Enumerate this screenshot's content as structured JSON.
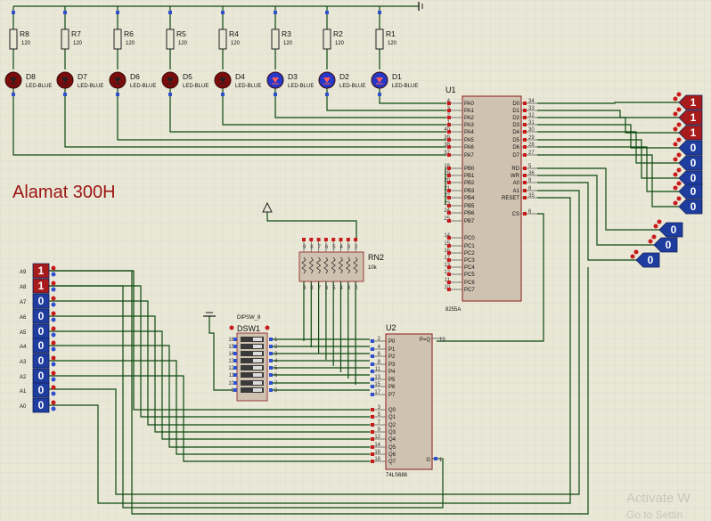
{
  "title": "Alamat 300H",
  "resistors": [
    {
      "ref": "R8",
      "value": "120"
    },
    {
      "ref": "R7",
      "value": "120"
    },
    {
      "ref": "R6",
      "value": "120"
    },
    {
      "ref": "R5",
      "value": "120"
    },
    {
      "ref": "R4",
      "value": "120"
    },
    {
      "ref": "R3",
      "value": "120"
    },
    {
      "ref": "R2",
      "value": "120"
    },
    {
      "ref": "R1",
      "value": "120"
    }
  ],
  "leds": [
    {
      "ref": "D8",
      "type": "LED-BLUE",
      "lit": false
    },
    {
      "ref": "D7",
      "type": "LED-BLUE",
      "lit": false
    },
    {
      "ref": "D6",
      "type": "LED-BLUE",
      "lit": false
    },
    {
      "ref": "D5",
      "type": "LED-BLUE",
      "lit": false
    },
    {
      "ref": "D4",
      "type": "LED-BLUE",
      "lit": false
    },
    {
      "ref": "D3",
      "type": "LED-BLUE",
      "lit": true
    },
    {
      "ref": "D2",
      "type": "LED-BLUE",
      "lit": true
    },
    {
      "ref": "D1",
      "type": "LED-BLUE",
      "lit": true
    }
  ],
  "u1": {
    "ref": "U1",
    "part": "8255A",
    "left_pins": [
      {
        "num": "4",
        "name": "PA0"
      },
      {
        "num": "3",
        "name": "PA1"
      },
      {
        "num": "2",
        "name": "PA2"
      },
      {
        "num": "1",
        "name": "PA3"
      },
      {
        "num": "40",
        "name": "PA4"
      },
      {
        "num": "39",
        "name": "PA5"
      },
      {
        "num": "38",
        "name": "PA6"
      },
      {
        "num": "37",
        "name": "PA7"
      },
      {
        "num": "18",
        "name": "PB0"
      },
      {
        "num": "19",
        "name": "PB1"
      },
      {
        "num": "20",
        "name": "PB2"
      },
      {
        "num": "21",
        "name": "PB3"
      },
      {
        "num": "22",
        "name": "PB4"
      },
      {
        "num": "23",
        "name": "PB5"
      },
      {
        "num": "24",
        "name": "PB6"
      },
      {
        "num": "25",
        "name": "PB7"
      },
      {
        "num": "14",
        "name": "PC0"
      },
      {
        "num": "15",
        "name": "PC1"
      },
      {
        "num": "16",
        "name": "PC2"
      },
      {
        "num": "17",
        "name": "PC3"
      },
      {
        "num": "13",
        "name": "PC4"
      },
      {
        "num": "12",
        "name": "PC5"
      },
      {
        "num": "11",
        "name": "PC6"
      },
      {
        "num": "10",
        "name": "PC7"
      }
    ],
    "right_pins": [
      {
        "num": "34",
        "name": "D0"
      },
      {
        "num": "33",
        "name": "D1"
      },
      {
        "num": "32",
        "name": "D2"
      },
      {
        "num": "31",
        "name": "D3"
      },
      {
        "num": "30",
        "name": "D4"
      },
      {
        "num": "29",
        "name": "D5"
      },
      {
        "num": "28",
        "name": "D6"
      },
      {
        "num": "27",
        "name": "D7"
      },
      {
        "num": "5",
        "name": "RD"
      },
      {
        "num": "36",
        "name": "WR"
      },
      {
        "num": "9",
        "name": "A0"
      },
      {
        "num": "8",
        "name": "A1"
      },
      {
        "num": "35",
        "name": "RESET"
      },
      {
        "num": "6",
        "name": "CS"
      }
    ]
  },
  "u2": {
    "ref": "U2",
    "part": "74LS688",
    "p_pins": [
      {
        "num": "2",
        "name": "P0"
      },
      {
        "num": "4",
        "name": "P1"
      },
      {
        "num": "6",
        "name": "P2"
      },
      {
        "num": "8",
        "name": "P3"
      },
      {
        "num": "11",
        "name": "P4"
      },
      {
        "num": "13",
        "name": "P5"
      },
      {
        "num": "15",
        "name": "P6"
      },
      {
        "num": "17",
        "name": "P7"
      }
    ],
    "q_pins": [
      {
        "num": "3",
        "name": "Q0"
      },
      {
        "num": "5",
        "name": "Q1"
      },
      {
        "num": "7",
        "name": "Q2"
      },
      {
        "num": "9",
        "name": "Q3"
      },
      {
        "num": "12",
        "name": "Q4"
      },
      {
        "num": "14",
        "name": "Q5"
      },
      {
        "num": "16",
        "name": "Q6"
      },
      {
        "num": "18",
        "name": "Q7"
      }
    ],
    "peq_pin": {
      "num": "19",
      "name": "P=Q"
    },
    "g_pin": {
      "num": "1",
      "name": "G"
    }
  },
  "rn2": {
    "ref": "RN2",
    "value": "10k",
    "pins_top": [
      "9",
      "8",
      "7",
      "6",
      "5",
      "4",
      "3",
      "2"
    ],
    "pins_bottom": [
      "9",
      "8",
      "7",
      "6",
      "5",
      "4",
      "3",
      "2"
    ]
  },
  "dsw1": {
    "ref": "DSW1",
    "part": "DIPSW_8",
    "left_pins": [
      "16",
      "15",
      "14",
      "13",
      "12",
      "11",
      "10",
      "9"
    ],
    "right_pins": [
      "1",
      "2",
      "3",
      "4",
      "5",
      "6",
      "7",
      "8"
    ]
  },
  "data_switches": [
    {
      "value": "1"
    },
    {
      "value": "1"
    },
    {
      "value": "1"
    },
    {
      "value": "0"
    },
    {
      "value": "0"
    },
    {
      "value": "0"
    },
    {
      "value": "0"
    },
    {
      "value": "0"
    }
  ],
  "ctrl_switches": [
    {
      "value": "0"
    },
    {
      "value": "0"
    },
    {
      "value": "0"
    }
  ],
  "addr_switches": [
    {
      "label": "A9",
      "value": "1"
    },
    {
      "label": "A8",
      "value": "1"
    },
    {
      "label": "A7",
      "value": "0"
    },
    {
      "label": "A6",
      "value": "0"
    },
    {
      "label": "A5",
      "value": "0"
    },
    {
      "label": "A4",
      "value": "0"
    },
    {
      "label": "A3",
      "value": "0"
    },
    {
      "label": "A2",
      "value": "0"
    },
    {
      "label": "A1",
      "value": "0"
    },
    {
      "label": "A0",
      "value": "0"
    }
  ],
  "watermark": {
    "line1": "Activate W",
    "line2": "Go to Settin"
  },
  "colors": {
    "wire": "#0c4a10",
    "part_fill": "#cfc2b0",
    "part_stroke": "#8b1a1a",
    "logic_one": "#a81b1b",
    "logic_zero": "#1f3d9e",
    "led_off": "#7a0c0c",
    "led_on": "#2638c8",
    "grid": "#d6d4c3",
    "background": "#e9e7d6"
  }
}
